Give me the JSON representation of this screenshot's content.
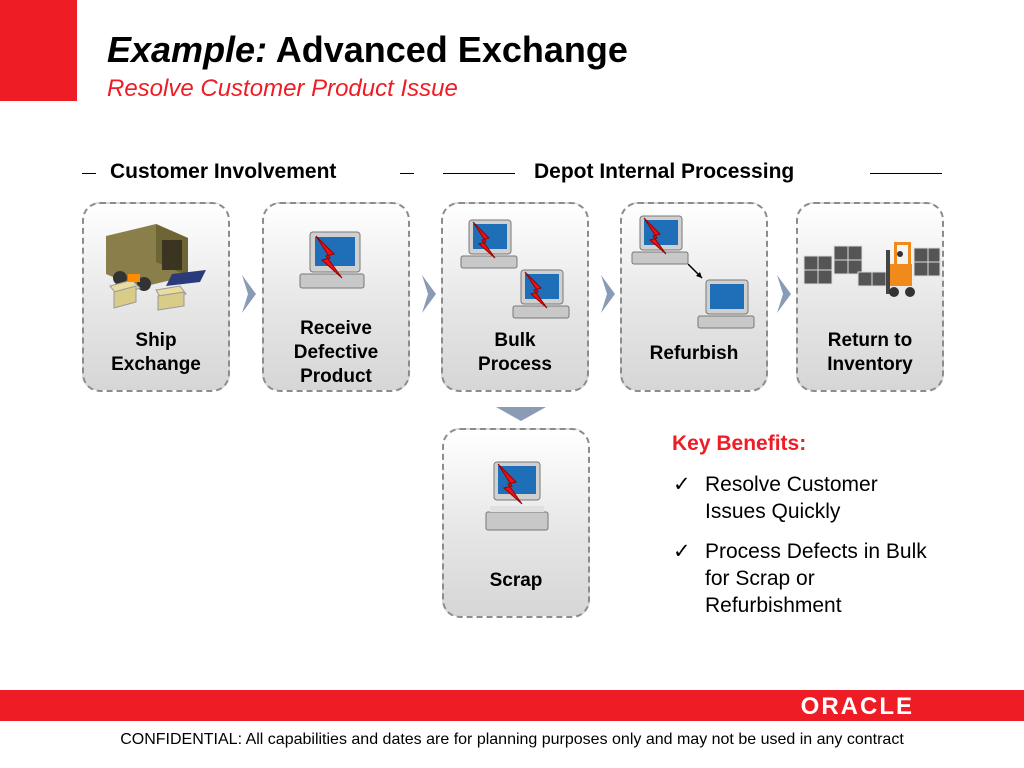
{
  "header": {
    "title_em": "Example:",
    "title_rest": " Advanced Exchange",
    "subtitle": "Resolve Customer Product Issue"
  },
  "phases": {
    "customer": "Customer Involvement",
    "depot": "Depot Internal Processing"
  },
  "steps": [
    {
      "label": "Ship\nExchange",
      "icon": "truck-boxes-icon"
    },
    {
      "label": "Receive\nDefective\nProduct",
      "icon": "defective-computer-icon"
    },
    {
      "label": "Bulk\nProcess",
      "icon": "multiple-defective-computers-icon"
    },
    {
      "label": "Refurbish",
      "icon": "computer-refurbish-icon"
    },
    {
      "label": "Return to\nInventory",
      "icon": "forklift-boxes-icon"
    }
  ],
  "branch": {
    "label": "Scrap",
    "icon": "scrap-computer-icon"
  },
  "benefits": {
    "title": "Key Benefits:",
    "items": [
      "Resolve Customer Issues Quickly",
      "Process Defects in Bulk for Scrap or Refurbishment"
    ]
  },
  "footer": {
    "logo": "ORACLE",
    "confidential": "CONFIDENTIAL:  All capabilities and dates are for planning purposes only and may not be used in any contract"
  },
  "colors": {
    "accent": "#ee1c24",
    "card_border": "#8c8c8c",
    "chevron": "#8a9bb5"
  }
}
